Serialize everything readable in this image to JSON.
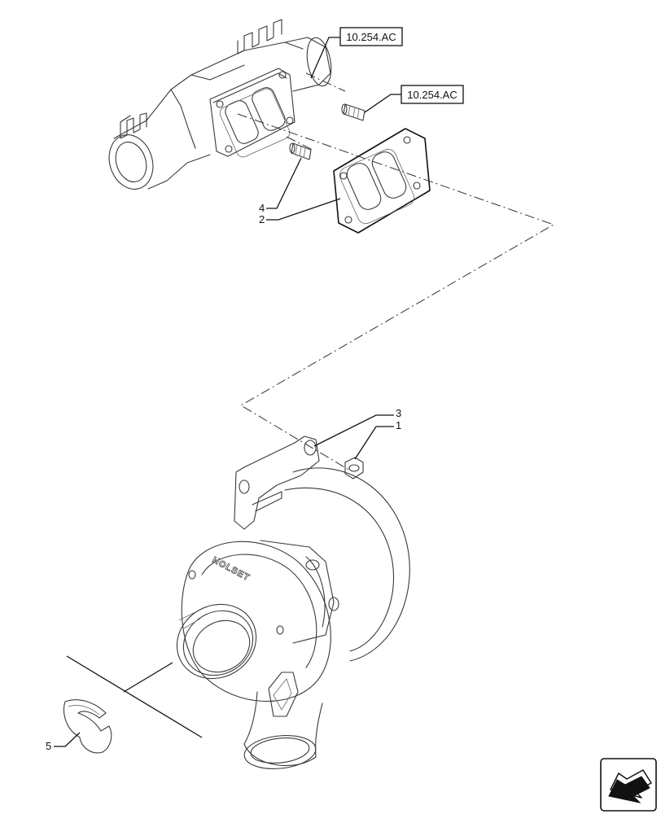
{
  "references": [
    {
      "id": "ref-top",
      "label": "10.254.AC"
    },
    {
      "id": "ref-mid",
      "label": "10.254.AC"
    }
  ],
  "callouts": [
    {
      "id": "1",
      "label": "1"
    },
    {
      "id": "2",
      "label": "2"
    },
    {
      "id": "3",
      "label": "3"
    },
    {
      "id": "4",
      "label": "4"
    },
    {
      "id": "5",
      "label": "5"
    }
  ],
  "part_markings": {
    "turbo_brand": "HOLSET"
  },
  "nav": {
    "icon": "next-page-arrow-icon"
  }
}
